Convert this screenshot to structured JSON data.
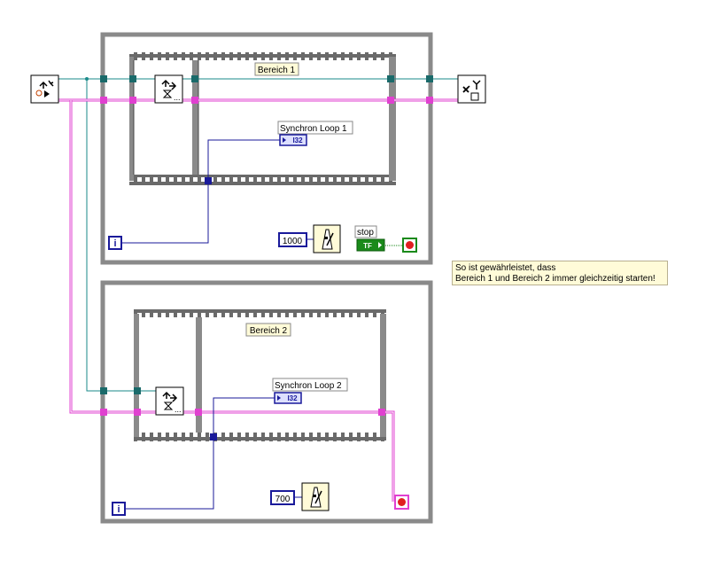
{
  "loop1": {
    "frame_label": "Bereich 1",
    "indicator_label": "Synchron Loop 1",
    "indicator_type": "I32",
    "wait_value": "1000",
    "stop_label": "stop",
    "stop_type": "TF",
    "iteration_terminal": "i"
  },
  "loop2": {
    "frame_label": "Bereich 2",
    "indicator_label": "Synchron Loop 2",
    "indicator_type": "I32",
    "wait_value": "700",
    "iteration_terminal": "i"
  },
  "comment": {
    "line1": "So ist gewährleistet, dass",
    "line2": "Bereich 1 und Bereich 2 immer gleichzeitig starten!"
  },
  "colors": {
    "refnum_wire": "#1a8a8a",
    "error_wire": "#e040d0",
    "integer_wire": "#1a1a9a",
    "boolean_wire": "#1a8a1a",
    "loop_border": "#8a8a8a",
    "frame_border": "#6c6c6c",
    "label_bg": "#fffbd8"
  },
  "icons": [
    "obtain-rendezvous-icon",
    "wait-at-rendezvous-icon",
    "destroy-rendezvous-icon",
    "metronome-icon",
    "stop-terminal-icon",
    "error-terminal-icon"
  ]
}
